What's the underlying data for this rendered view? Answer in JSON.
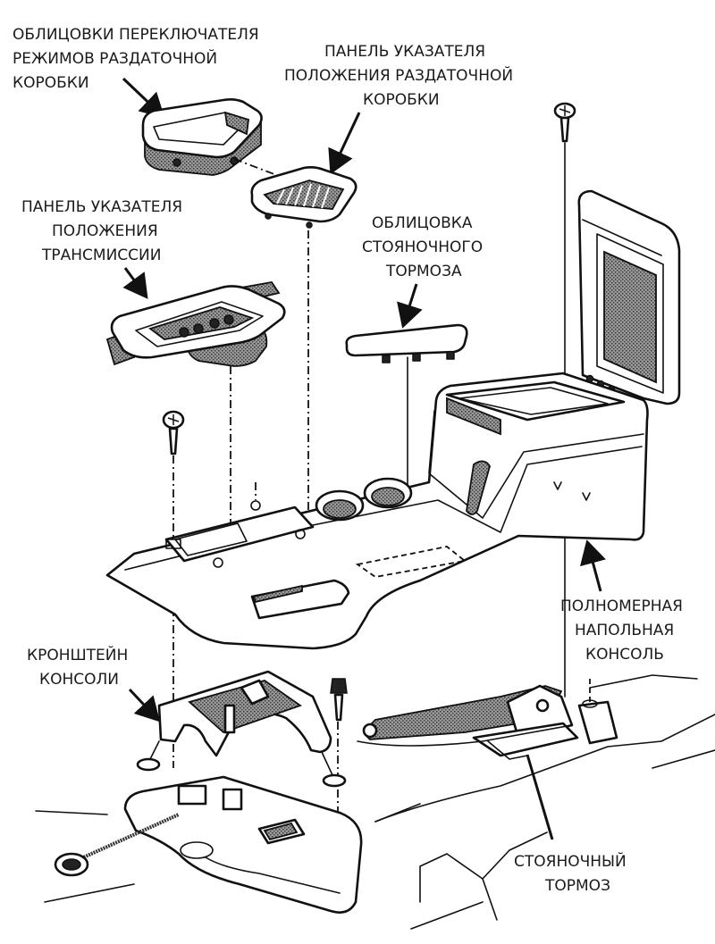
{
  "title": "Полномерная напольная консоль — схема разборки",
  "labels": {
    "transfer_case_bezel": [
      "ОБЛИЦОВКИ ПЕРЕКЛЮЧАТЕЛЯ",
      "РЕЖИМОВ РАЗДАТОЧНОЙ",
      "КОРОБКИ"
    ],
    "transfer_case_indicator": [
      "ПАНЕЛЬ УКАЗАТЕЛЯ",
      "ПОЛОЖЕНИЯ РАЗДАТОЧНОЙ",
      "КОРОБКИ"
    ],
    "transmission_indicator": [
      "ПАНЕЛЬ УКАЗАТЕЛЯ",
      "ПОЛОЖЕНИЯ",
      "ТРАНСМИССИИ"
    ],
    "parking_brake_bezel": [
      "ОБЛИЦОВКА",
      "СТОЯНОЧНОГО",
      "ТОРМОЗА"
    ],
    "full_floor_console": [
      "ПОЛНОМЕРНАЯ",
      "НАПОЛЬНАЯ",
      "КОНСОЛЬ"
    ],
    "console_bracket": [
      "КРОНШТЕЙН",
      "КОНСОЛИ"
    ],
    "parking_brake": [
      "СТОЯНОЧНЫЙ",
      "ТОРМОЗ"
    ]
  },
  "colors": {
    "ink": "#111111",
    "paper": "#ffffff",
    "label": "#1a1a1a"
  }
}
